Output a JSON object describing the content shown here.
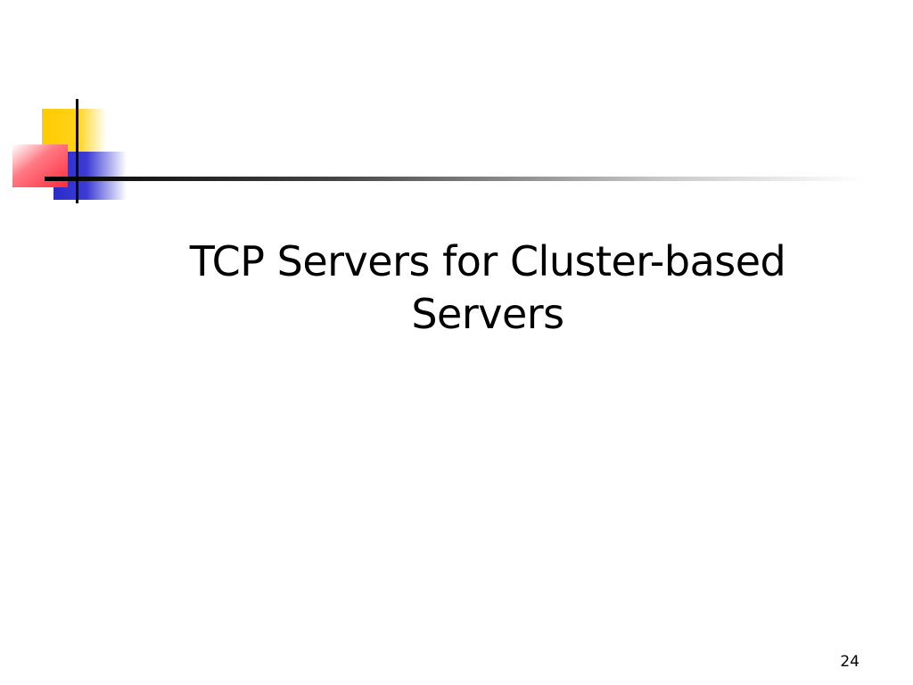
{
  "slide": {
    "title_lines": [
      "TCP Servers for Cluster-based",
      "Servers"
    ],
    "page_number": "24"
  },
  "decoration": {
    "icon": "corner-squares-logo",
    "colors": {
      "yellow": "#ffcc00",
      "red": "#ff3344",
      "blue": "#3333cc",
      "line": "#000000"
    }
  }
}
